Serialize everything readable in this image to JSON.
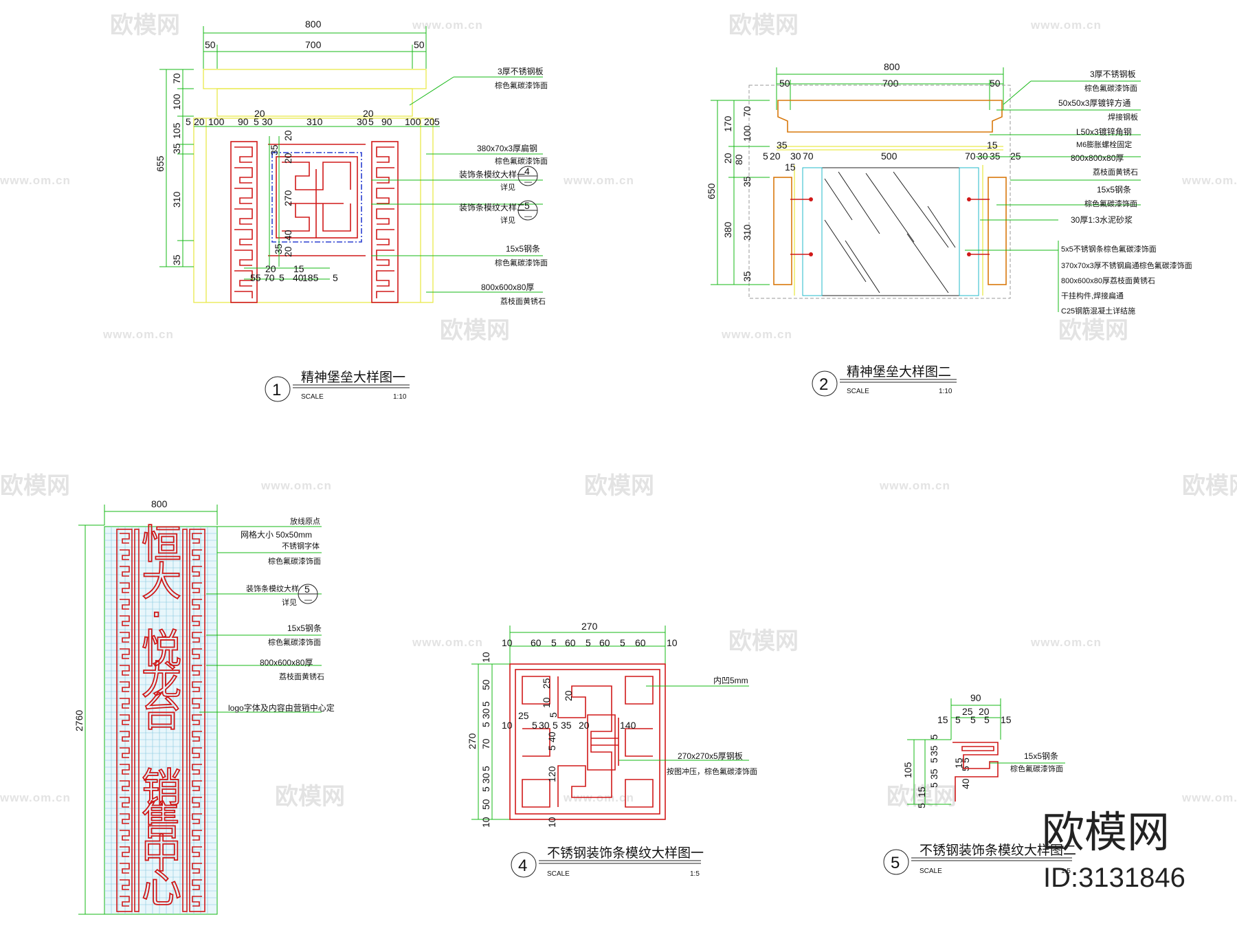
{
  "watermark": {
    "brand": "欧模网",
    "url": "www.om.cn",
    "corner_brand": "欧模网",
    "corner_id": "ID:3131846"
  },
  "views": [
    {
      "number": "1",
      "title": "精神堡垒大样图一",
      "scale_label": "SCALE",
      "scale": "1:10"
    },
    {
      "number": "2",
      "title": "精神堡垒大样图二",
      "scale_label": "SCALE",
      "scale": "1:10"
    },
    {
      "number": "4",
      "title": "不锈钢装饰条模纹大样图一",
      "scale_label": "SCALE",
      "scale": "1:5"
    },
    {
      "number": "5",
      "title": "不锈钢装饰条模纹大样图二",
      "scale_label": "SCALE",
      "scale": "1:5"
    }
  ],
  "view1": {
    "dims_top": [
      "800",
      "50",
      "700",
      "50"
    ],
    "dims_row": [
      "5",
      "20",
      "100",
      "90",
      "5",
      "30",
      "310",
      "30",
      "5",
      "90",
      "100",
      "20",
      "5",
      "20",
      "20"
    ],
    "dims_left": [
      "655",
      "70",
      "100",
      "105",
      "35",
      "310",
      "35"
    ],
    "dims_inner": [
      "35",
      "20",
      "270",
      "20",
      "40",
      "35",
      "20",
      "20",
      "15",
      "55",
      "70",
      "5",
      "40",
      "185",
      "5"
    ],
    "notes": [
      "3厚不锈钢板",
      "棕色氟碳漆饰面",
      "380x70x3厚扁钢",
      "棕色氟碳漆饰面",
      "装饰条模纹大样一",
      "详见",
      "装饰条模纹大样二",
      "详见",
      "15x5钢条",
      "棕色氟碳漆饰面",
      "800x600x80厚",
      "荔枝面黄锈石"
    ],
    "refs": [
      {
        "num": "4",
        "sheet": "—"
      },
      {
        "num": "5",
        "sheet": "—"
      }
    ]
  },
  "view2": {
    "dims_top": [
      "800",
      "50",
      "700",
      "50"
    ],
    "dims_row": [
      "35",
      "5",
      "20",
      "30",
      "70",
      "500",
      "70",
      "30",
      "35",
      "25",
      "15",
      "15"
    ],
    "dims_left": [
      "650",
      "170",
      "70",
      "100",
      "20",
      "80",
      "380",
      "35",
      "310",
      "35"
    ],
    "notes": [
      "3厚不锈钢板",
      "棕色氟碳漆饰面",
      "50x50x3厚镀锌方通",
      "焊接钢板",
      "L50x3镀锌角钢",
      "M6膨胀螺栓固定",
      "800x800x80厚",
      "荔枝面黄锈石",
      "15x5钢条",
      "棕色氟碳漆饰面",
      "30厚1:3水泥砂浆",
      "5x5不锈钢条棕色氟碳漆饰面",
      "370x70x3厚不锈钢扁通棕色氟碳漆饰面",
      "800x600x80厚荔枝面黄锈石",
      "干挂构件,焊接扁通",
      "C25钢筋混凝土详结施"
    ]
  },
  "view3": {
    "dim_top": "800",
    "dim_left": "2760",
    "notes": [
      "放线原点",
      "网格大小 50x50mm",
      "不锈钢字体",
      "棕色氟碳漆饰面",
      "装饰条模纹大样",
      "详见",
      "15x5钢条",
      "棕色氟碳漆饰面",
      "800x600x80厚",
      "荔枝面黄锈石",
      "logo字体及内容由营销中心定"
    ],
    "ref": {
      "num": "5",
      "sheet": "—"
    },
    "logo_text": [
      "恒",
      "大",
      "·",
      "悦",
      "龙",
      "台",
      "销",
      "售",
      "中",
      "心"
    ]
  },
  "view4": {
    "dims_top": [
      "270",
      "10",
      "60",
      "5",
      "60",
      "5",
      "60",
      "5",
      "60",
      "10"
    ],
    "dims_left": [
      "270",
      "10",
      "50",
      "5",
      "30",
      "5",
      "70",
      "5",
      "30",
      "5",
      "50",
      "10"
    ],
    "dims_inner": [
      "25",
      "10",
      "5",
      "20",
      "25",
      "5",
      "30",
      "5",
      "35",
      "20",
      "140",
      "40",
      "5",
      "120",
      "10",
      "10"
    ],
    "notes": [
      "内凹5mm",
      "270x270x5厚钢板",
      "按图冲压，棕色氟碳漆饰面"
    ]
  },
  "view5": {
    "dims_top": [
      "90",
      "25",
      "20",
      "15",
      "5",
      "5",
      "5",
      "15"
    ],
    "dims_left": [
      "105",
      "5",
      "35",
      "5",
      "35",
      "5",
      "15",
      "40",
      "5",
      "5",
      "15",
      "5"
    ],
    "notes": [
      "15x5钢条",
      "棕色氟碳漆饰面"
    ]
  }
}
